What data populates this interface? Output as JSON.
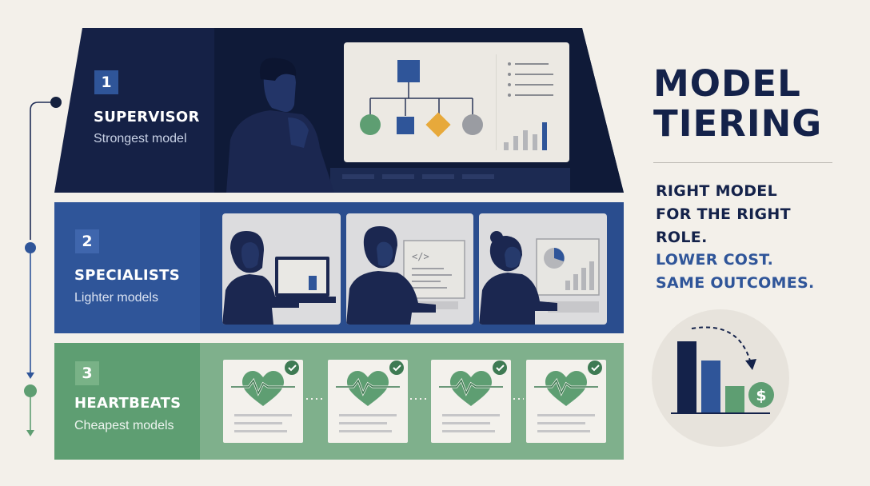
{
  "title": {
    "line1": "MODEL",
    "line2": "TIERING"
  },
  "tagline": {
    "line1": "RIGHT MODEL",
    "line2": "FOR THE RIGHT",
    "line3": "ROLE.",
    "line4": "LOWER COST.",
    "line5": "SAME OUTCOMES."
  },
  "tiers": [
    {
      "number": "1",
      "name": "SUPERVISOR",
      "subtitle": "Strongest model"
    },
    {
      "number": "2",
      "name": "SPECIALISTS",
      "subtitle": "Lighter models"
    },
    {
      "number": "3",
      "name": "HEARTBEATS",
      "subtitle": "Cheapest models"
    }
  ],
  "colors": {
    "navy": "#142147",
    "blue": "#2f5599",
    "green": "#5e9e72",
    "background": "#f3f0ea"
  },
  "icons": [
    "hierarchy-diagram-icon",
    "code-icon",
    "pie-chart-icon",
    "heart-pulse-icon",
    "check-icon",
    "dollar-coin-icon",
    "cost-bar-chart-icon"
  ]
}
